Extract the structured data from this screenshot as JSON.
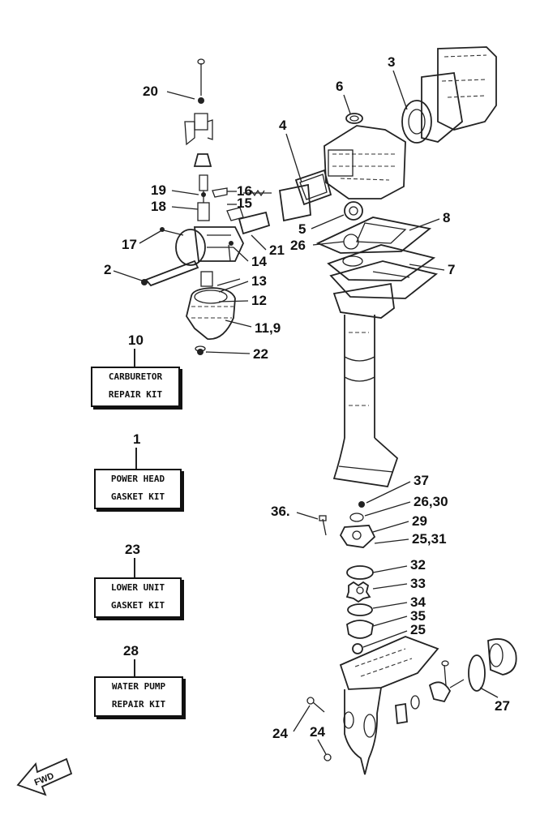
{
  "callouts": {
    "c20": "20",
    "c6": "6",
    "c3": "3",
    "c4": "4",
    "c19": "19",
    "c18": "18",
    "c16": "16",
    "c15": "15",
    "c17": "17",
    "c21": "21",
    "c14": "14",
    "c5": "5",
    "c26": "26",
    "c8": "8",
    "c7": "7",
    "c2": "2",
    "c13": "13",
    "c12": "12",
    "c11_9": "11,9",
    "c22": "22",
    "c37": "37",
    "c26_30": "26,30",
    "c36": "36.",
    "c29": "29",
    "c25_31": "25,31",
    "c32": "32",
    "c33": "33",
    "c34": "34",
    "c35": "35",
    "c25": "25",
    "c27": "27",
    "c24a": "24",
    "c24b": "24"
  },
  "kits": [
    {
      "number": "10",
      "line1": "CARBURETOR",
      "line2": "REPAIR KIT"
    },
    {
      "number": "1",
      "line1": "POWER HEAD",
      "line2": "GASKET KIT"
    },
    {
      "number": "23",
      "line1": "LOWER UNIT",
      "line2": "GASKET KIT"
    },
    {
      "number": "28",
      "line1": "WATER PUMP",
      "line2": "REPAIR KIT"
    }
  ],
  "fwd_label": "FWD"
}
